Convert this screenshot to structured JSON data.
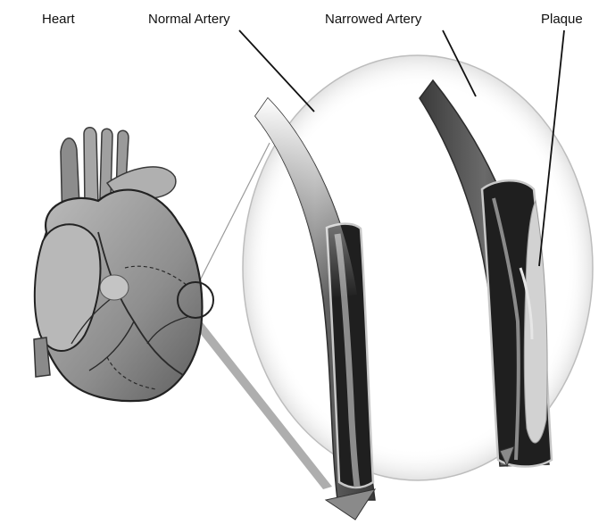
{
  "labels": {
    "heart": "Heart",
    "normal_artery": "Normal Artery",
    "narrowed_artery": "Narrowed Artery",
    "plaque": "Plaque"
  },
  "colors": {
    "background": "#ffffff",
    "artery_wall": "#4a4a4a",
    "lumen": "#2a2a2a",
    "blood_flow": "#8c8c8c",
    "plaque": "#cfcfcf",
    "heart_fill": "#9a9a9a",
    "leader_line": "#111111"
  }
}
